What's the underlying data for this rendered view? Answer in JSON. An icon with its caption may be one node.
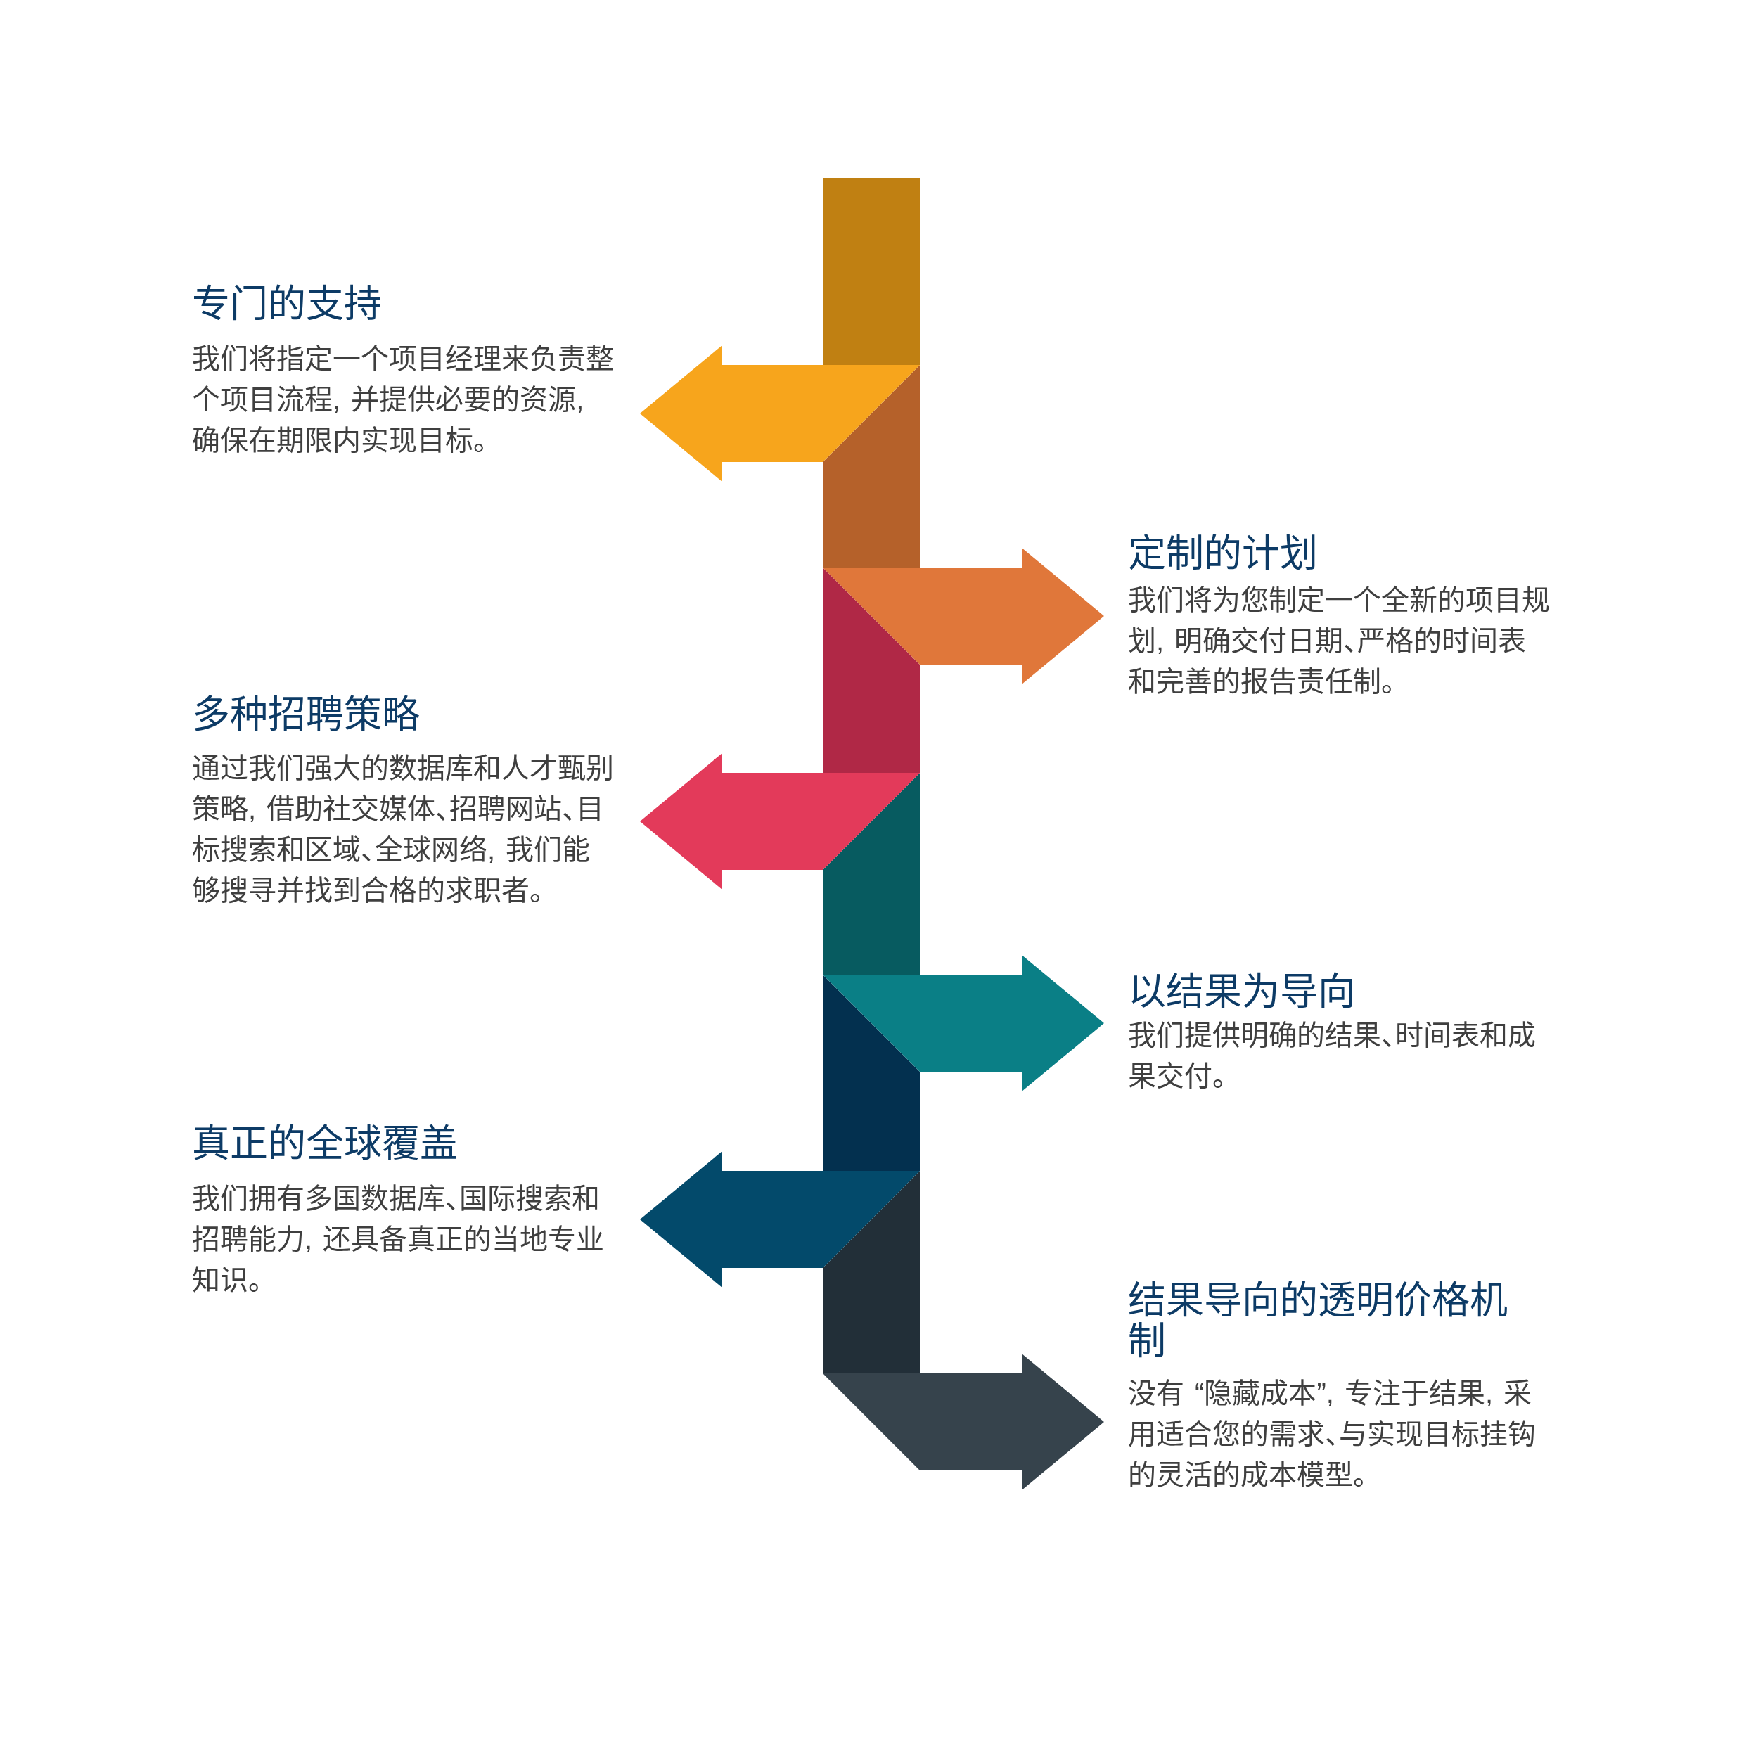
{
  "diagram": {
    "nodes": [
      {
        "text": [
          "专门的支持",
          "我们将指定一个项目经理来负责整个项目流程, 并提供必要的资源, 确保在期限内实现目标。"
        ]
      },
      {
        "text": [
          "定制的计划",
          "我们将为您制定一个全新的项目规划, 明确交付日期、严格的时间表和完善的报告责任制。"
        ]
      },
      {
        "text": [
          "多种招聘策略",
          "通过我们强大的数据库和人才甄别策略, 借助社交媒体、招聘网站、目标搜索和区域、全球网络, 我们能够搜寻并找到合格的求职者。"
        ]
      },
      {
        "text": [
          "以结果为导向",
          "我们提供明确的结果、时间表和成果交付。"
        ]
      },
      {
        "text": [
          "真正的全球覆盖",
          "我们拥有多国数据库、国际搜索和招聘能力, 还具备真正的当地专业知识。"
        ]
      },
      {
        "text": [
          "结果导向的透明价格机制",
          "没有 “隐藏成本”, 专注于结果, 采用适合您的需求、与实现目标挂钩的灵活的成本模型。"
        ]
      }
    ],
    "edges": [
      {
        "from": null,
        "to": 0,
        "arrow": "to",
        "color": "#f7a51c"
      },
      {
        "from": null,
        "to": 1,
        "arrow": "to",
        "color": "#e0773a"
      },
      {
        "from": null,
        "to": 2,
        "arrow": "to",
        "color": "#e33a5a"
      },
      {
        "from": null,
        "to": 3,
        "arrow": "to",
        "color": "#0a7f86"
      },
      {
        "from": null,
        "to": 4,
        "arrow": "to",
        "color": "#034a6b"
      },
      {
        "from": null,
        "to": 5,
        "arrow": "to",
        "color": "#36434c"
      }
    ]
  }
}
